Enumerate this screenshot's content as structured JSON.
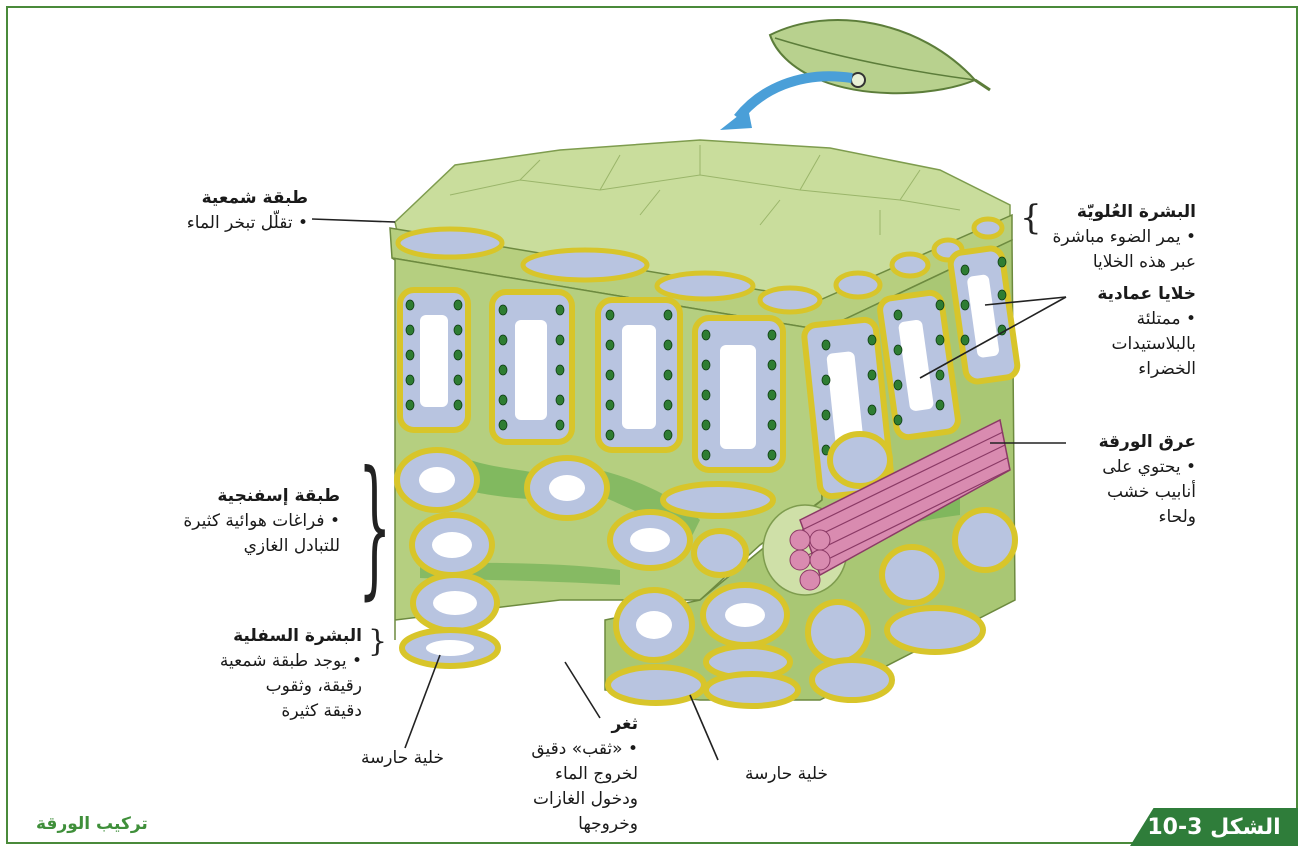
{
  "upper_epidermis": {
    "title": "البشرة العُلويّة",
    "lines": [
      "• يمر الضوء مباشرة",
      "عبر هذه الخلايا"
    ]
  },
  "palisade": {
    "title": "خلايا عمادية",
    "lines": [
      "• ممتلئة",
      "بالبلاستيدات",
      "الخضراء"
    ]
  },
  "vein": {
    "title": "عرق الورقة",
    "lines": [
      "• يحتوي على",
      "أنابيب خشب",
      "ولحاء"
    ]
  },
  "waxy_layer": {
    "title": "طبقة شمعية",
    "lines": [
      "• تقلّل تبخر الماء"
    ]
  },
  "spongy": {
    "title": "طبقة إسفنجية",
    "lines": [
      "• فراغات هوائية كثيرة",
      "للتبادل الغازي"
    ]
  },
  "lower_epidermis": {
    "title": "البشرة السفلية",
    "lines": [
      "• يوجد طبقة شمعية",
      "رقيقة، وثقوب",
      "دقيقة كثيرة"
    ]
  },
  "guard_cell_left": {
    "title": "خلية حارسة"
  },
  "stoma": {
    "title": "ثغر",
    "lines": [
      "• «ثقب» دقيق",
      "لخروج الماء",
      "ودخول الغازات",
      "وخروجها"
    ]
  },
  "guard_cell_right": {
    "title": "خلية حارسة"
  },
  "figure": {
    "badge": "الشكل 3-10",
    "title": "تركيب الورقة"
  },
  "colors": {
    "cell_wall": "#c8d98a",
    "cell_outline": "#d8c52a",
    "vacuole": "#b8c4e0",
    "chloroplast": "#2e7d32",
    "xylem": "#d98bb0",
    "frame": "#4a8a3a",
    "arrow": "#4a9fd8"
  }
}
